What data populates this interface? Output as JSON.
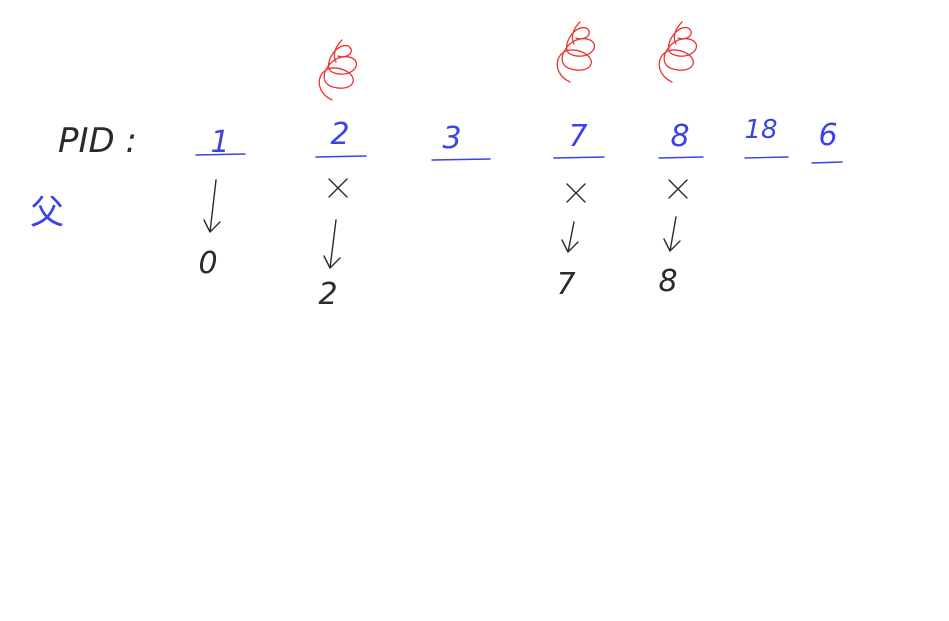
{
  "label": {
    "pid": "PID :",
    "side_mark": "父"
  },
  "slots": [
    {
      "pid": "1",
      "crossed": false,
      "arrow": true,
      "value": "0",
      "scribbled": false
    },
    {
      "pid": "2",
      "crossed": true,
      "arrow": true,
      "value": "2",
      "scribbled": true
    },
    {
      "pid": "3",
      "crossed": false,
      "arrow": false,
      "value": "",
      "scribbled": false
    },
    {
      "pid": "7",
      "crossed": true,
      "arrow": true,
      "value": "7",
      "scribbled": true
    },
    {
      "pid": "8",
      "crossed": true,
      "arrow": true,
      "value": "8",
      "scribbled": true
    },
    {
      "pid": "18",
      "crossed": false,
      "arrow": false,
      "value": "",
      "scribbled": false
    },
    {
      "pid": "6",
      "crossed": false,
      "arrow": false,
      "value": "",
      "scribbled": false
    }
  ],
  "colors": {
    "pid_ink": "#3b43e6",
    "annotation_ink": "#2b2b2b",
    "scribble_ink": "#ee3333",
    "background": "#ffffff"
  }
}
